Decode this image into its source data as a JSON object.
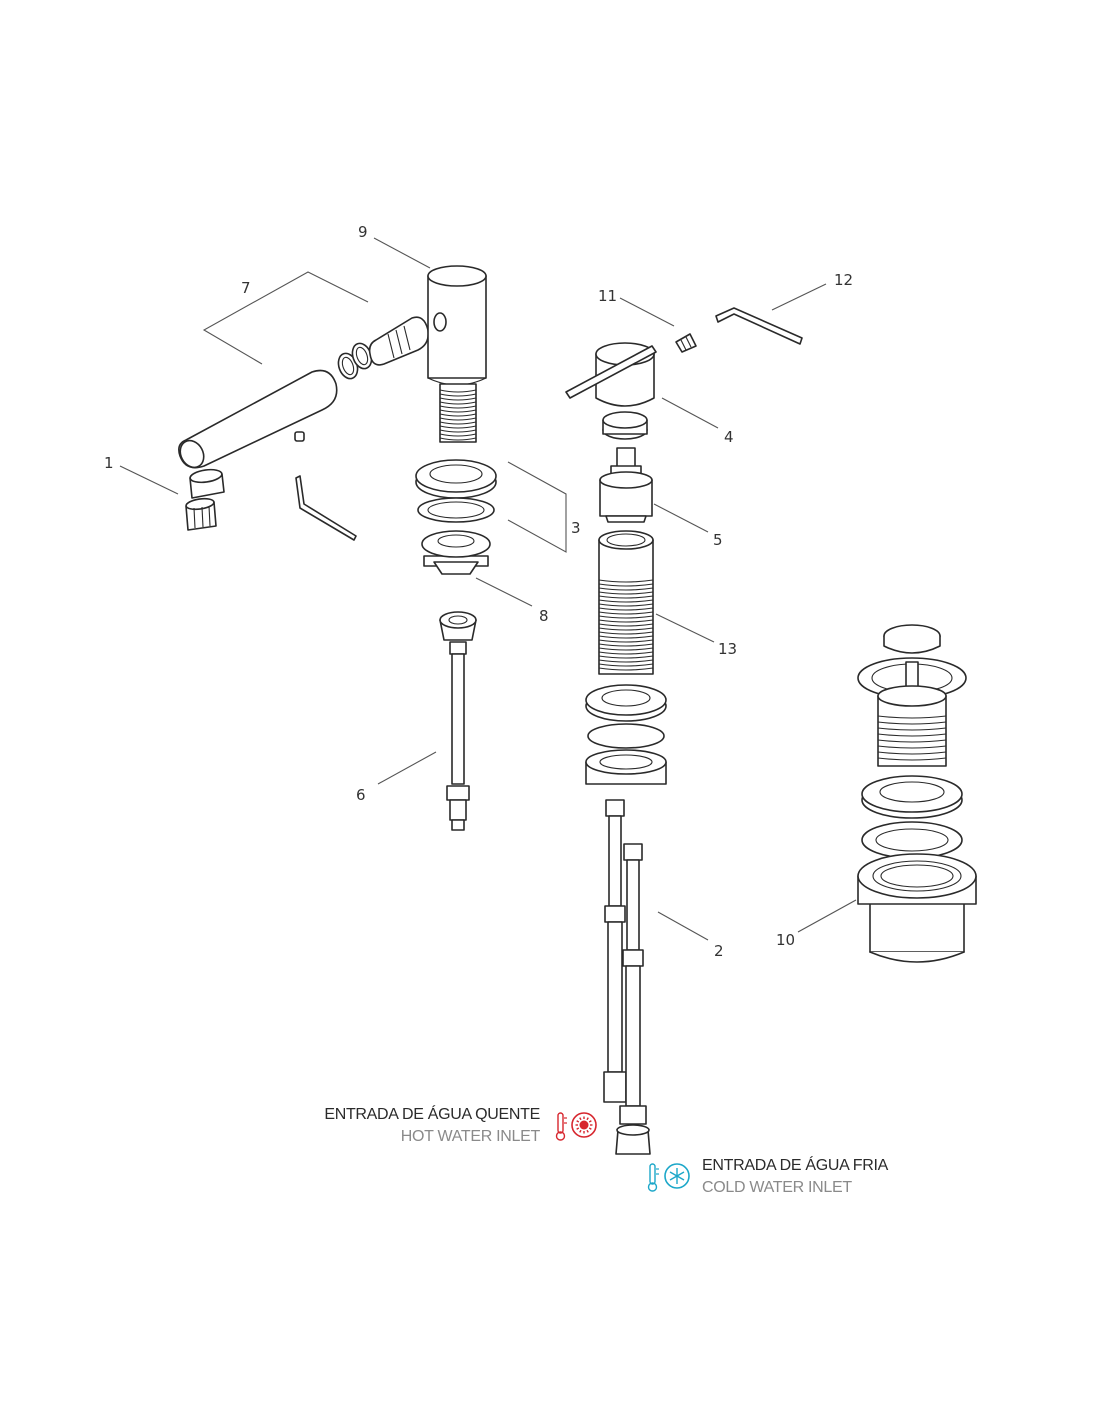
{
  "callouts": {
    "c1": "1",
    "c2": "2",
    "c3": "3",
    "c4": "4",
    "c5": "5",
    "c6": "6",
    "c7": "7",
    "c8": "8",
    "c9": "9",
    "c10": "10",
    "c11": "11",
    "c12": "12",
    "c13": "13"
  },
  "inlets": {
    "hot": {
      "title": "ENTRADA DE ÁGUA QUENTE",
      "subtitle": "HOT WATER INLET",
      "color": "#d7262e"
    },
    "cold": {
      "title": "ENTRADA DE ÁGUA FRIA",
      "subtitle": "COLD WATER INLET",
      "color": "#1ca7c9"
    }
  },
  "icons": {
    "hot": [
      "thermometer-icon",
      "sun-icon"
    ],
    "cold": [
      "thermometer-icon",
      "snowflake-icon"
    ]
  }
}
